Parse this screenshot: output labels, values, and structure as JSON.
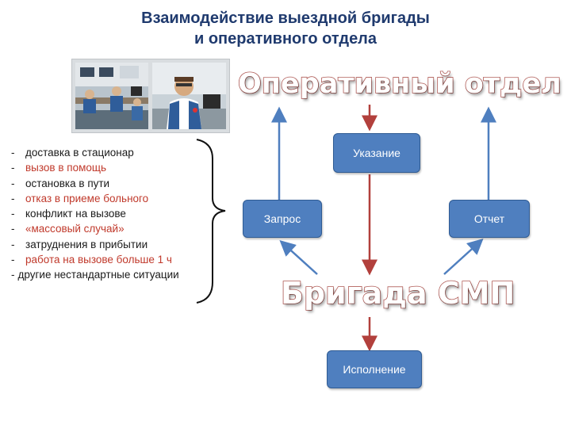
{
  "title": {
    "line1": "Взаимодействие выездной бригады",
    "line2": "и оперативного отдела"
  },
  "photos": {
    "alt": "photos"
  },
  "situations": [
    {
      "dash": "-",
      "text": "доставка в стационар",
      "tone": "dark"
    },
    {
      "dash": "-",
      "text": "вызов в помощь",
      "tone": "red"
    },
    {
      "dash": "-",
      "text": "остановка в пути",
      "tone": "dark"
    },
    {
      "dash": "-",
      "text": "отказ в приеме больного",
      "tone": "red"
    },
    {
      "dash": "-",
      "text": "конфликт на вызове",
      "tone": "dark"
    },
    {
      "dash": "-",
      "text": "«массовый случай»",
      "tone": "red"
    },
    {
      "dash": "-",
      "text": "затруднения в прибытии",
      "tone": "dark"
    },
    {
      "dash": "-",
      "text": "работа на вызове больше 1 ч",
      "tone": "red"
    },
    {
      "dash": "-",
      "text": "другие нестандартные ситуации",
      "tone": "dark"
    }
  ],
  "diagram": {
    "top_label": "Оперативный отдел",
    "bottom_label": "Бригада СМП",
    "box_instruction": "Указание",
    "box_request": "Запрос",
    "box_report": "Отчет",
    "box_execution": "Исполнение"
  },
  "colors": {
    "box_fill": "#4f7fbf",
    "arrow_red": "#b2403c",
    "arrow_blue": "#4f7fbf",
    "title": "#1f3a6e"
  }
}
